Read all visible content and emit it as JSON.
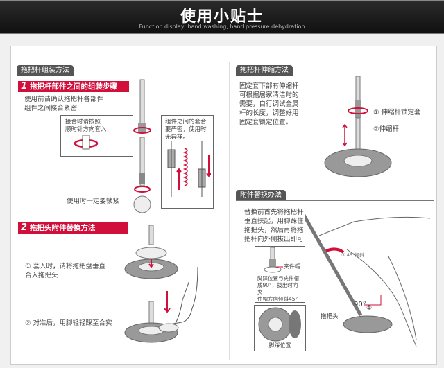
{
  "header": {
    "title": "使用小贴士",
    "subtitle": "Function display, hand washing, hand pressure dehydration"
  },
  "left": {
    "tab": "拖把杆组装方法",
    "step1": {
      "num": "1",
      "title": "拖把杆部件之间的组装步骤",
      "intro": [
        "使用前请确认拖把杆各部件",
        "组件之间接合紧密"
      ],
      "callout1": [
        "接合时请按照",
        "顺时针方向套入"
      ],
      "callout2": [
        "组件之间的套合",
        "要严密，使用时",
        "无异样。"
      ],
      "lock_note": "使用时一定要锁紧"
    },
    "step2": {
      "num": "2",
      "title": "拖把头附件替换方法",
      "item1": [
        "① 套入时，请将拖把盘垂直",
        "合入拖把头"
      ],
      "item2": "② 对准后，用脚轻轻踩至合实"
    }
  },
  "right": {
    "tab1": "拖把杆伸缩方法",
    "text1": [
      "固定套下部有伸缩杆",
      "可根据居家清洁时的",
      "需要，自行调试金属",
      "杆的长度，调整好用",
      "固定套锁定位置。"
    ],
    "label1": "① 伸缩杆锁定套",
    "label2": "②伸缩杆",
    "tab2": "附件替换办法",
    "text2": [
      "替换前首先将拖把杆",
      "垂直扶起，用脚踩住",
      "拖把头，然后再将拖",
      "把杆向外侧拔出即可"
    ],
    "clip_label": "夹件帽",
    "clip_note": [
      "脚踩位置与夹件帽",
      "成90°，拔出时向夹",
      "件帽方向倾斜45°"
    ],
    "foot_label": "脚踩位置",
    "head_label": "拖把头",
    "tilt_label": "② 45°倾斜",
    "angle_label": "90°",
    "step_mark": "①"
  },
  "colors": {
    "accent": "#d0103a",
    "tab": "#555555"
  }
}
